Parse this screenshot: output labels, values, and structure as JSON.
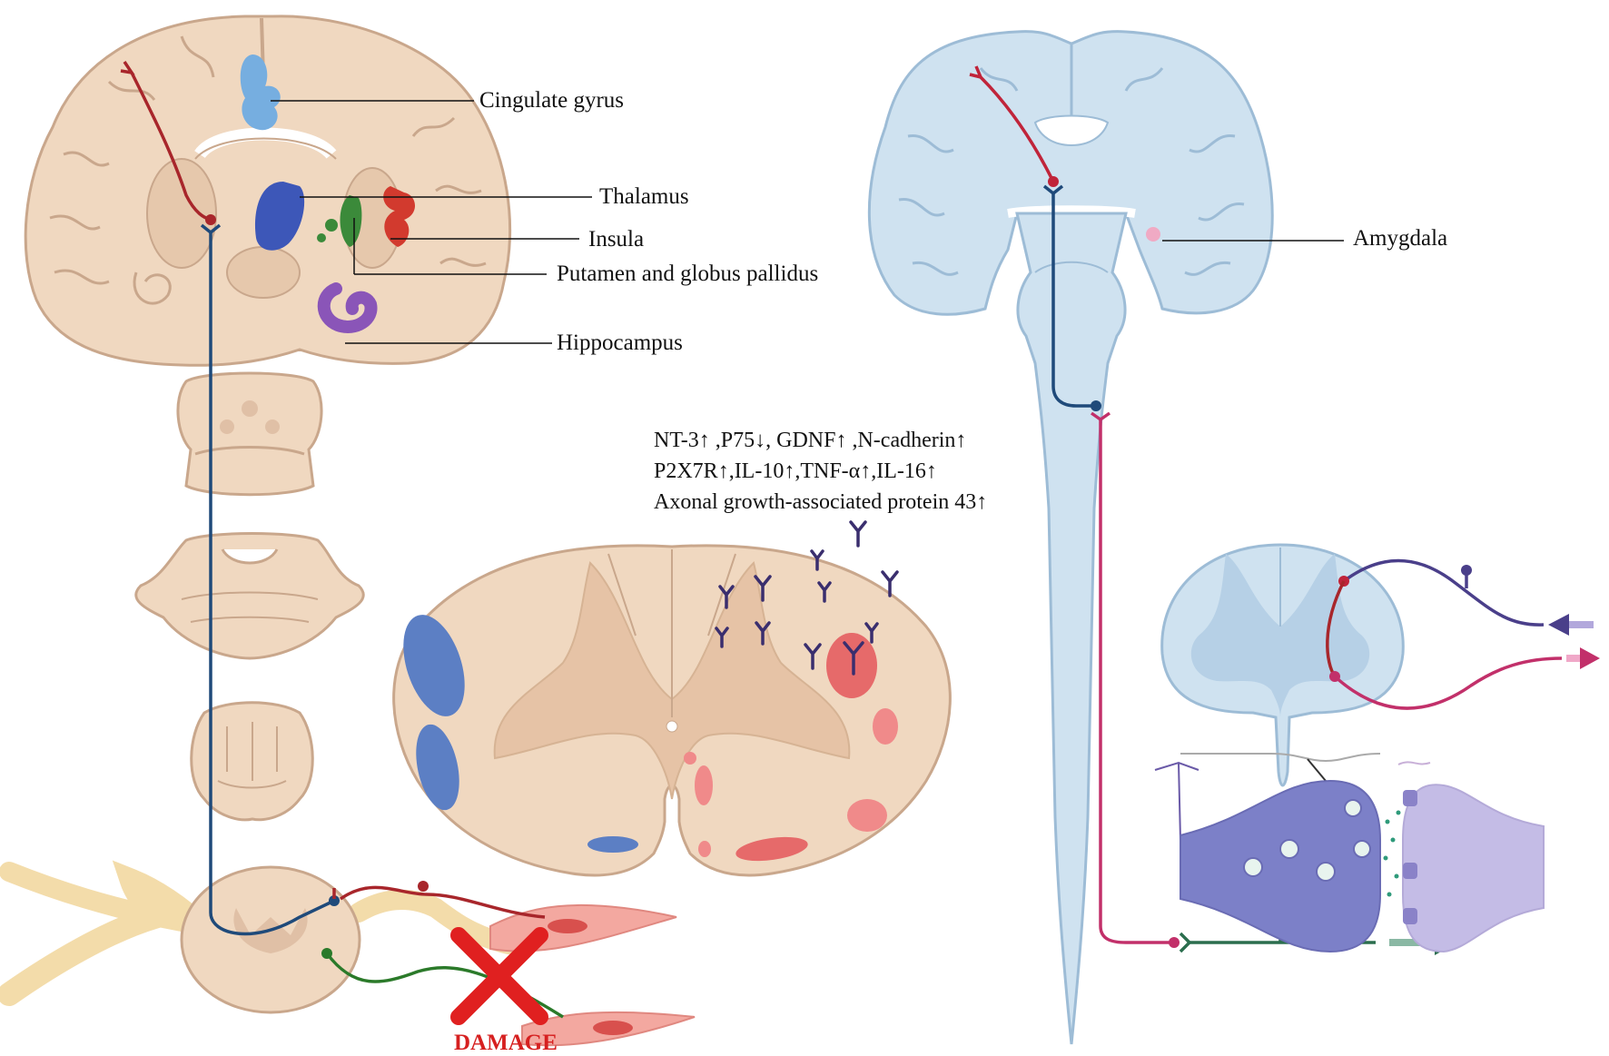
{
  "brain_labels": {
    "cingulate": "Cingulate  gyrus",
    "thalamus": "Thalamus",
    "insula": "Insula",
    "putamen": "Putamen  and  globus  pallidus",
    "hippocampus": "Hippocampus",
    "amygdala": "Amygdala"
  },
  "markers": {
    "line1": "NT-3↑ ,P75↓, GDNF↑ ,N-cadherin↑",
    "line2": "P2X7R↑,IL-10↑,TNF-α↑,IL-16↑",
    "line3": "Axonal  growth-associated  protein  43↑"
  },
  "damage_label": "DAMAGE",
  "colors": {
    "tissue": "#f0d8c0",
    "tissue_stroke": "#c9a78c",
    "blue_tissue": "#cfe2f0",
    "blue_stroke": "#9dbcd6",
    "red_neuron": "#a8262b",
    "blue_neuron": "#1f4a7a",
    "pink_neuron": "#c2306a",
    "green_neuron": "#2b6e4e",
    "damage": "#e02020"
  }
}
